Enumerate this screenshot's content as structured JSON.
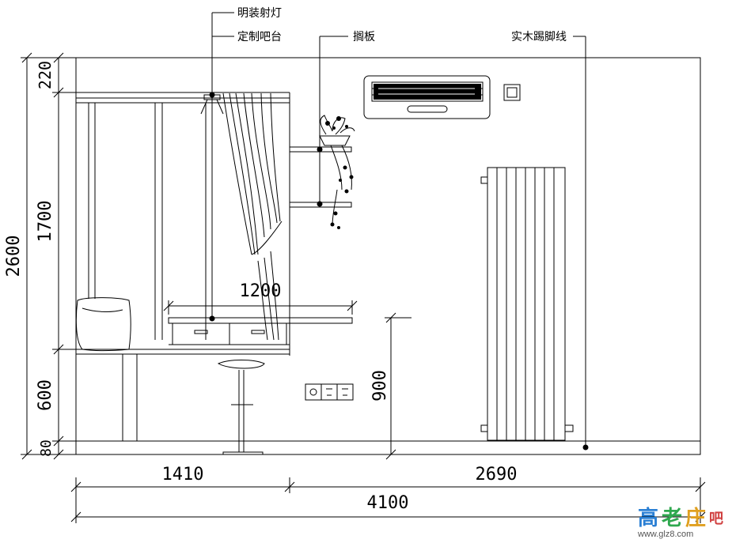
{
  "labels": {
    "spotlight": "明装射灯",
    "bar_counter": "定制吧台",
    "shelf": "搁板",
    "baseboard": "实木踢脚线"
  },
  "dimensions": {
    "v_220": "220",
    "v_1700": "1700",
    "v_2600": "2600",
    "v_600": "600",
    "v_80": "80",
    "v_900": "900",
    "h_1200": "1200",
    "h_1410": "1410",
    "h_2690": "2690",
    "h_4100": "4100"
  },
  "watermark": {
    "logo_text": "高老庄吧",
    "url": "www.glz8.com",
    "colors": [
      "#2a7fd4",
      "#2fa84f",
      "#e0a020",
      "#d04040"
    ]
  }
}
